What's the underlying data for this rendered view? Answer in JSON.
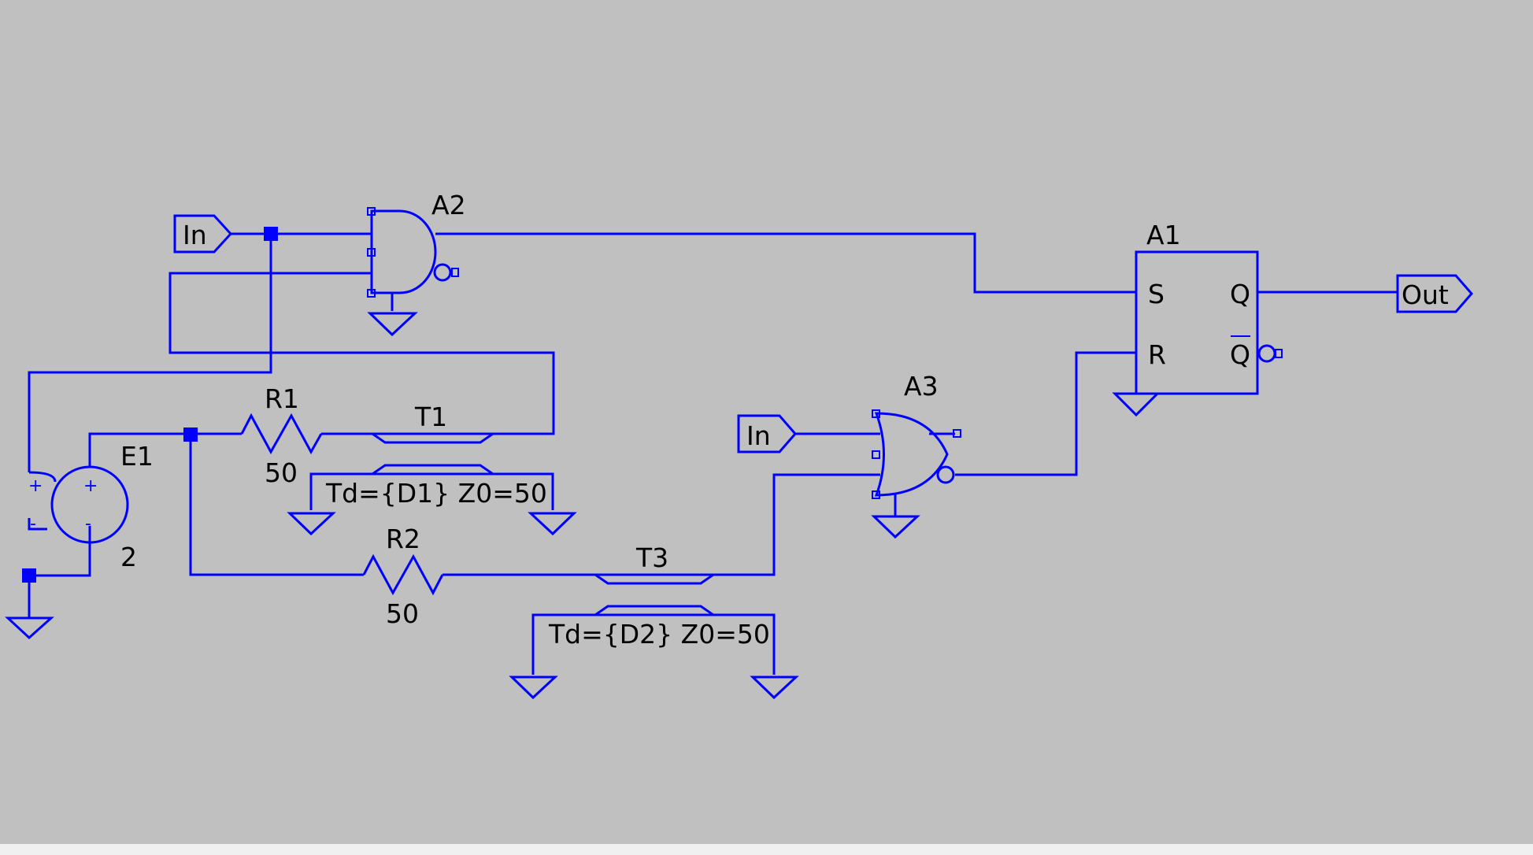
{
  "components": {
    "a2": {
      "name": "A2"
    },
    "a3": {
      "name": "A3"
    },
    "a1": {
      "name": "A1",
      "pin_s": "S",
      "pin_r": "R",
      "pin_q": "Q",
      "pin_qbar": "Q"
    },
    "e1": {
      "name": "E1",
      "value": "2",
      "plus": "+",
      "minus": "-"
    },
    "r1": {
      "name": "R1",
      "value": "50"
    },
    "r2": {
      "name": "R2",
      "value": "50"
    },
    "t1": {
      "name": "T1",
      "params": "Td={D1} Z0=50"
    },
    "t3": {
      "name": "T3",
      "params": "Td={D2} Z0=50"
    }
  },
  "ports": {
    "in_top": "In",
    "in_mid": "In",
    "out": "Out"
  },
  "colors": {
    "background": "#c0c0c0",
    "wire": "#0000ff",
    "label": "#000000"
  }
}
